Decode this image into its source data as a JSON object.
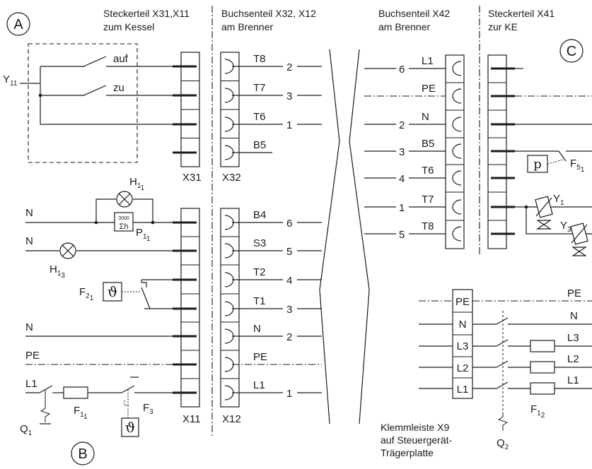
{
  "headers": {
    "steckerteil_x31_x11": "Steckerteil X31,X11",
    "zum_kessel": "zum Kessel",
    "buchsenteil_x32_x12": "Buchsenteil X32, X12",
    "am_brenner_1": "am Brenner",
    "buchsenteil_x42": "Buchsenteil X42",
    "am_brenner_2": "am Brenner",
    "steckerteil_x41": "Steckerteil X41",
    "zur_ke": "zur KE"
  },
  "markers": {
    "a": "A",
    "b": "B",
    "c": "C"
  },
  "section_a": {
    "component": "Y",
    "component_sub": "11",
    "switch_auf": "auf",
    "switch_zu": "zu",
    "pins_x32": [
      "T8",
      "T7",
      "T6",
      "B5"
    ],
    "wire_numbers": [
      "2",
      "3",
      "1"
    ],
    "connector_x31": "X31",
    "connector_x32": "X32"
  },
  "section_b": {
    "h11": "H",
    "h11_sub": "1",
    "h11_subsub": "1",
    "h13": "H",
    "h13_sub": "1",
    "h13_subsub": "3",
    "p11": "P",
    "p11_sub": "1",
    "p11_subsub": "1",
    "counter_symbol": "Σh",
    "counter_digits": "0000",
    "f21": "F",
    "f21_sub": "2",
    "f21_subsub": "1",
    "f11": "F",
    "f11_sub": "1",
    "f11_subsub": "1",
    "f3": "F",
    "f3_sub": "3",
    "q1": "Q",
    "q1_sub": "1",
    "temp_symbol": "ϑ",
    "line_labels": [
      "N",
      "N",
      "N",
      "PE",
      "L1"
    ],
    "pins_x12": [
      "B4",
      "S3",
      "T2",
      "T1",
      "N",
      "PE",
      "L1"
    ],
    "wire_numbers": [
      "6",
      "5",
      "4",
      "3",
      "2",
      "1"
    ],
    "connector_x11": "X11",
    "connector_x12": "X12"
  },
  "section_c": {
    "pins_x42": [
      "L1",
      "PE",
      "N",
      "B5",
      "T6",
      "T7",
      "T8"
    ],
    "wire_numbers": [
      "6",
      "2",
      "3",
      "4",
      "1",
      "5"
    ],
    "f51": "F",
    "f51_sub": "5",
    "f51_subsub": "1",
    "pressure_symbol": "p",
    "y1": "Y",
    "y1_sub": "1",
    "y3": "Y",
    "y3_sub": "3"
  },
  "terminal_x9": {
    "pins": [
      "PE",
      "N",
      "L3",
      "L2",
      "L1"
    ],
    "outputs": [
      "PE",
      "N",
      "L3",
      "L2",
      "L1"
    ],
    "f12": "F",
    "f12_sub": "1",
    "f12_subsub": "2",
    "q2": "Q",
    "q2_sub": "2",
    "caption_1": "Klemmleiste X9",
    "caption_2": "auf Steuergerät-",
    "caption_3": "Trägerplatte"
  }
}
